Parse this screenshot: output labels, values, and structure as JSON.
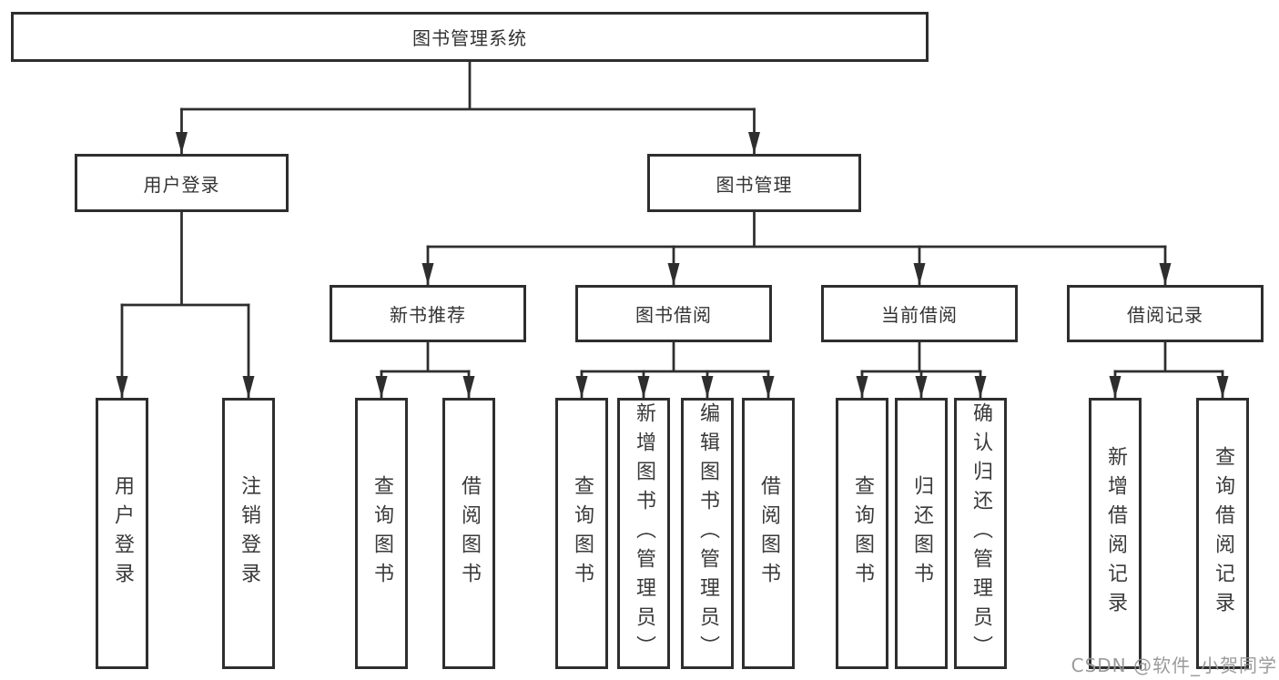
{
  "tree": {
    "label": "图书管理系统",
    "children": [
      {
        "label": "用户登录",
        "children": [
          {
            "label": "用户登录"
          },
          {
            "label": "注销登录"
          }
        ]
      },
      {
        "label": "图书管理",
        "children": [
          {
            "label": "新书推荐",
            "children": [
              {
                "label": "查询图书"
              },
              {
                "label": "借阅图书"
              }
            ]
          },
          {
            "label": "图书借阅",
            "children": [
              {
                "label": "查询图书"
              },
              {
                "label": "新增图书（管理员）"
              },
              {
                "label": "编辑图书（管理员）"
              },
              {
                "label": "借阅图书"
              }
            ]
          },
          {
            "label": "当前借阅",
            "children": [
              {
                "label": "查询图书"
              },
              {
                "label": "归还图书"
              },
              {
                "label": "确认归还（管理员）"
              }
            ]
          },
          {
            "label": "借阅记录",
            "children": [
              {
                "label": "新增借阅记录"
              },
              {
                "label": "查询借阅记录"
              }
            ]
          }
        ]
      }
    ]
  },
  "watermark": {
    "text": "CSDN @软件_小贺同学"
  },
  "colors": {
    "line": "#2e2e2e",
    "box_border": "#2e2e2e",
    "text": "#333333",
    "background": "#ffffff",
    "watermark": "#969696"
  }
}
